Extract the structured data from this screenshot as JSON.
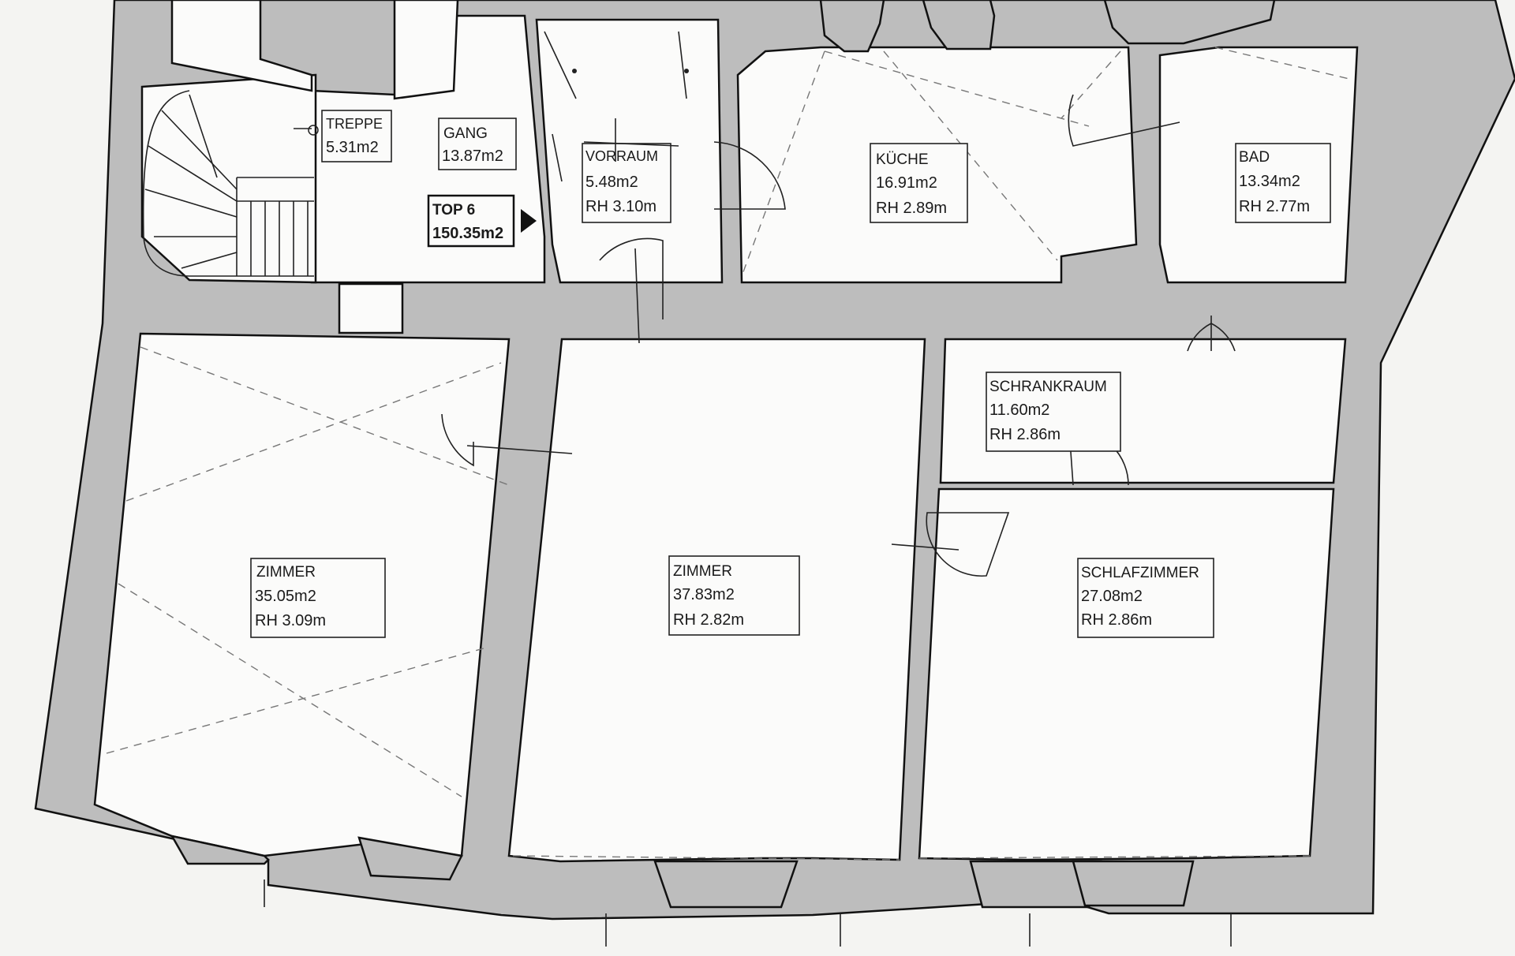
{
  "rooms": [
    {
      "id": "treppe",
      "name": "TREPPE",
      "area": "5.31m2"
    },
    {
      "id": "gang",
      "name": "GANG",
      "area": "13.87m2"
    },
    {
      "id": "vorraum",
      "name": "VORRAUM",
      "area": "5.48m2",
      "height": "RH 3.10m"
    },
    {
      "id": "kueche",
      "name": "KÜCHE",
      "area": "16.91m2",
      "height": "RH 2.89m"
    },
    {
      "id": "bad",
      "name": "BAD",
      "area": "13.34m2",
      "height": "RH 2.77m"
    },
    {
      "id": "schrankraum",
      "name": "SCHRANKRAUM",
      "area": "11.60m2",
      "height": "RH 2.86m"
    },
    {
      "id": "zimmer1",
      "name": "ZIMMER",
      "area": "35.05m2",
      "height": "RH 3.09m"
    },
    {
      "id": "zimmer2",
      "name": "ZIMMER",
      "area": "37.83m2",
      "height": "RH 2.82m"
    },
    {
      "id": "schlafzimmer",
      "name": "SCHLAFZIMMER",
      "area": "27.08m2",
      "height": "RH 2.86m"
    }
  ],
  "unit": {
    "name": "TOP 6",
    "area": "150.35m2"
  }
}
